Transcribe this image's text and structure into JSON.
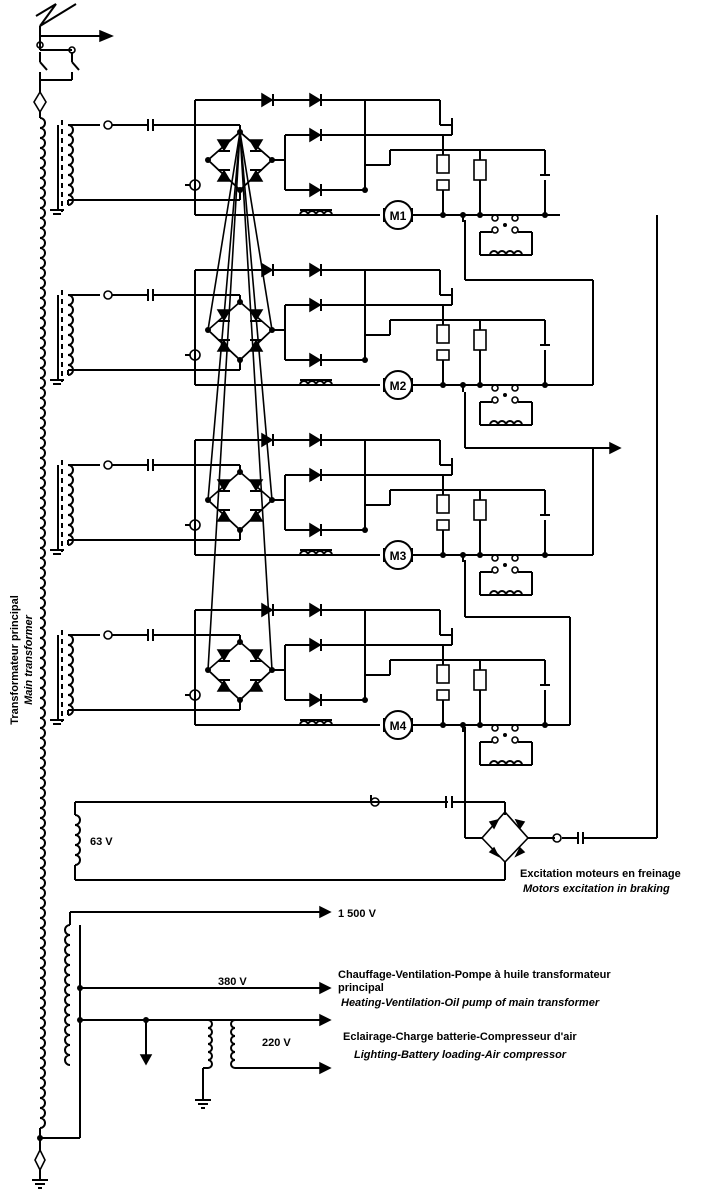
{
  "main_transformer": {
    "label_fr": "Transformateur principal",
    "label_en": "Main transformer"
  },
  "motors": [
    {
      "label": "M1"
    },
    {
      "label": "M2"
    },
    {
      "label": "M3"
    },
    {
      "label": "M4"
    }
  ],
  "braking_excitation": {
    "voltage": "63 V",
    "label_fr": "Excitation moteurs en freinage",
    "label_en": "Motors excitation in braking"
  },
  "auxiliary": {
    "hv_output": "1 500 V",
    "heating_voltage": "380 V",
    "heating_fr_line1": "Chauffage-Ventilation-Pompe à huile transformateur",
    "heating_fr_line2": "principal",
    "heating_en": "Heating-Ventilation-Oil pump of main transformer",
    "lighting_voltage": "220 V",
    "lighting_fr": "Eclairage-Charge batterie-Compresseur d'air",
    "lighting_en": "Lighting-Battery loading-Air compressor"
  }
}
